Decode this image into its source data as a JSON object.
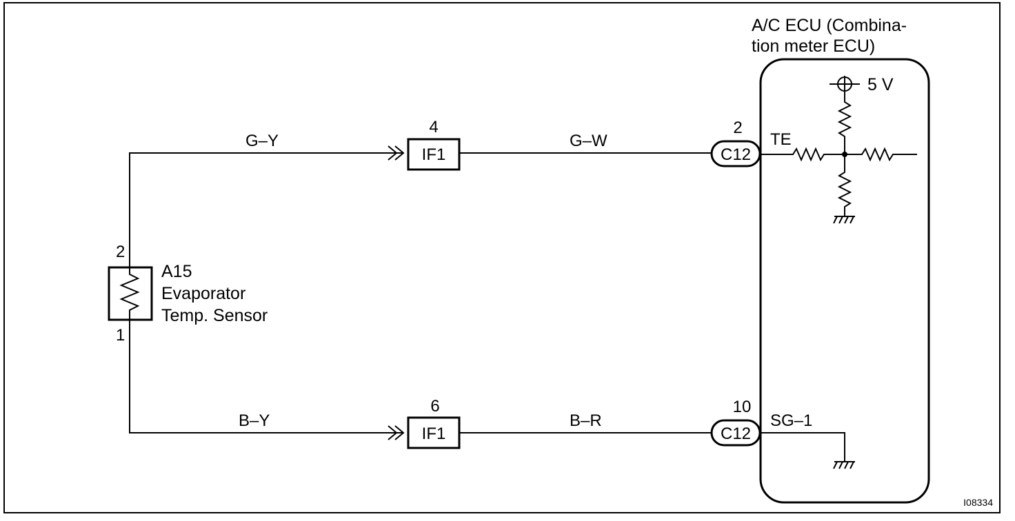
{
  "ecu": {
    "title_line1": "A/C ECU (Combina-",
    "title_line2": "tion meter ECU)",
    "supply_label": "5 V",
    "te_label": "TE",
    "sg_label": "SG–1"
  },
  "sensor": {
    "code": "A15",
    "name_line1": "Evaporator",
    "name_line2": "Temp. Sensor",
    "pin_top": "2",
    "pin_bottom": "1"
  },
  "top_circuit": {
    "wire_left": "G–Y",
    "junction_pin": "4",
    "junction_label": "IF1",
    "wire_right": "G–W",
    "connector_pin": "2",
    "connector_label": "C12"
  },
  "bottom_circuit": {
    "wire_left": "B–Y",
    "junction_pin": "6",
    "junction_label": "IF1",
    "wire_right": "B–R",
    "connector_pin": "10",
    "connector_label": "C12"
  },
  "figure_id": "I08334"
}
